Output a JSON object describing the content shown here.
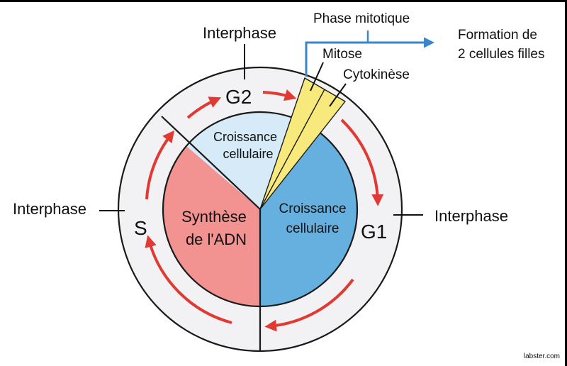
{
  "labels": {
    "phase_mitotique": "Phase mitotique",
    "formation_line1": "Formation de",
    "formation_line2": "2 cellules filles",
    "mitose": "Mitose",
    "cytokinese": "Cytokinèse",
    "interphase_top": "Interphase",
    "interphase_left": "Interphase",
    "interphase_right": "Interphase",
    "g2": "G2",
    "s": "S",
    "g1": "G1",
    "croissance_top_line1": "Croissance",
    "croissance_top_line2": "cellulaire",
    "synthese_line1": "Synthèse",
    "synthese_line2": "de l'ADN",
    "croissance_right_line1": "Croissance",
    "croissance_right_line2": "cellulaire",
    "watermark": "labster.com"
  },
  "colors": {
    "outer_ring": "#f2f2f4",
    "s_phase": "#f29391",
    "g1_phase": "#66b0df",
    "g2_phase": "#d6ebf7",
    "mitotic": "#f7e97c",
    "arrows": "#e03a33",
    "bracket": "#3a86c8"
  }
}
